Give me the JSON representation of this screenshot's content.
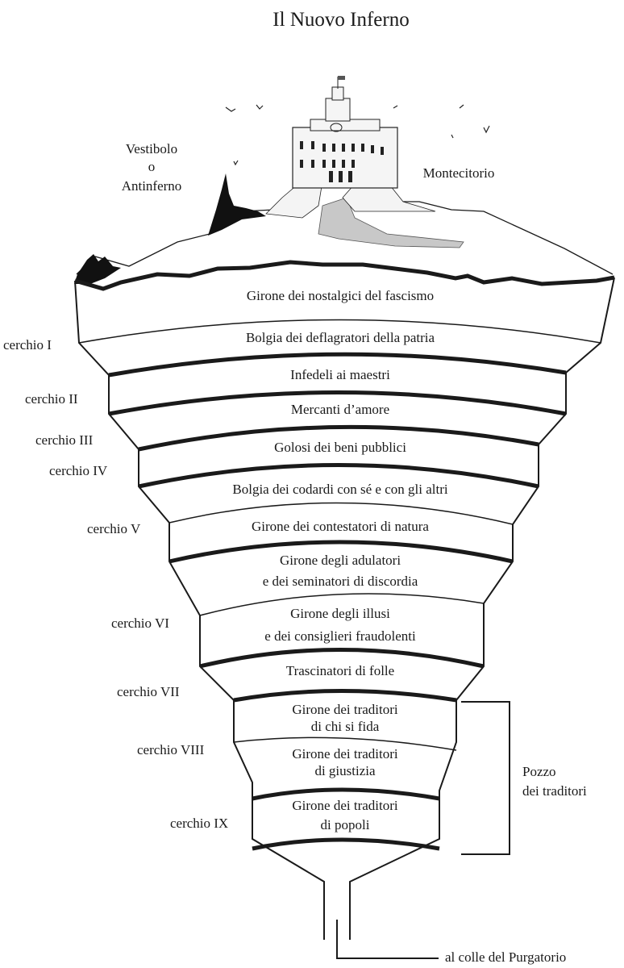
{
  "title": "Il Nuovo Inferno",
  "top_labels": {
    "vestibolo": [
      "Vestibolo",
      "o",
      "Antinferno"
    ],
    "montecitorio": "Montecitorio"
  },
  "bands": [
    {
      "lines": [
        "Girone dei nostalgici del fascismo"
      ]
    },
    {
      "lines": [
        "Bolgia dei deflagratori della patria"
      ]
    },
    {
      "lines": [
        "Infedeli ai maestri"
      ]
    },
    {
      "lines": [
        "Mercanti d’amore"
      ]
    },
    {
      "lines": [
        "Golosi dei beni pubblici"
      ]
    },
    {
      "lines": [
        "Bolgia dei codardi con sé e con gli altri"
      ]
    },
    {
      "lines": [
        "Girone dei contestatori di natura"
      ]
    },
    {
      "lines": [
        "Girone degli adulatori",
        "e dei seminatori di discordia"
      ]
    },
    {
      "lines": [
        "Girone degli illusi",
        "e dei consiglieri fraudolenti"
      ]
    },
    {
      "lines": [
        "Trascinatori di folle"
      ]
    },
    {
      "lines": [
        "Girone dei traditori",
        "di chi si fida"
      ]
    },
    {
      "lines": [
        "Girone dei traditori",
        "di giustizia"
      ]
    },
    {
      "lines": [
        "Girone dei traditori",
        "di popoli"
      ]
    }
  ],
  "circles": [
    "cerchio I",
    "cerchio II",
    "cerchio III",
    "cerchio IV",
    "cerchio V",
    "cerchio VI",
    "cerchio VII",
    "cerchio VIII",
    "cerchio IX"
  ],
  "pozzo": [
    "Pozzo",
    "dei traditori"
  ],
  "exit_label": "al colle del Purgatorio"
}
